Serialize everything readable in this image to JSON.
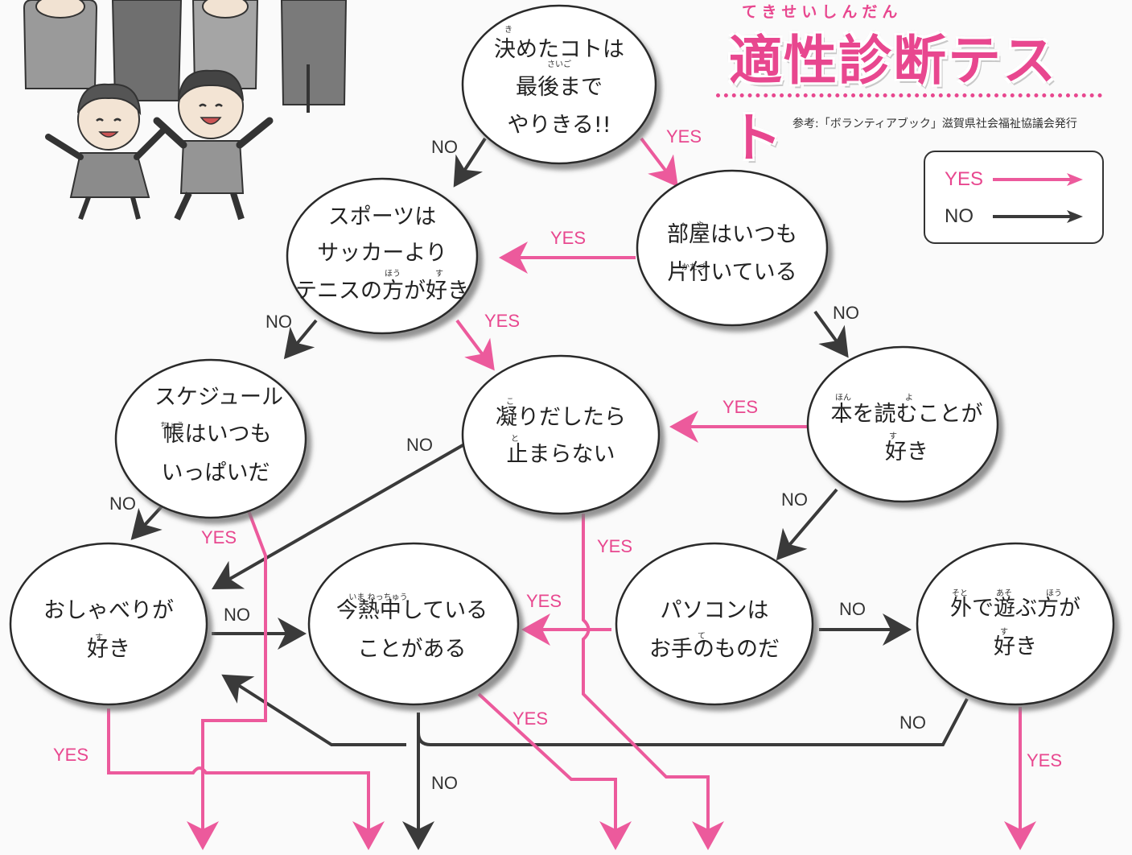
{
  "title": {
    "ruby": "てきせいしんだん",
    "main": "適性診断テスト"
  },
  "reference": "参考:「ボランティアブック」滋賀県社会福祉協議会発行",
  "legend": {
    "yes": "YES",
    "no": "NO"
  },
  "nodes": {
    "n1": {
      "lines": [
        "決めたコトは",
        "最後まで",
        "やりきる!!"
      ],
      "ruby": [
        "き",
        "さいご"
      ]
    },
    "n2": {
      "lines": [
        "スポーツは",
        "サッカーより",
        "テニスの方が好き"
      ],
      "ruby": [
        "ほう",
        "す"
      ]
    },
    "n3": {
      "lines": [
        "部屋はいつも",
        "片付いている"
      ],
      "ruby": [
        "へ　や",
        "かたづ"
      ]
    },
    "n4": {
      "lines": [
        "スケジュール",
        "帳はいつも",
        "いっぱいだ"
      ],
      "ruby": [
        "ちょう"
      ]
    },
    "n5": {
      "lines": [
        "凝りだしたら",
        "止まらない"
      ],
      "ruby": [
        "こ",
        "と"
      ]
    },
    "n6": {
      "lines": [
        "本を読むことが",
        "好き"
      ],
      "ruby": [
        "ほん",
        "よ",
        "す"
      ]
    },
    "n7": {
      "lines": [
        "おしゃべりが",
        "好き"
      ],
      "ruby": [
        "す"
      ]
    },
    "n8": {
      "lines": [
        "今熱中している",
        "ことがある"
      ],
      "ruby": [
        "いま ねっちゅう"
      ]
    },
    "n9": {
      "lines": [
        "パソコンは",
        "お手のものだ"
      ],
      "ruby": [
        "て"
      ]
    },
    "n10": {
      "lines": [
        "外で遊ぶ方が",
        "好き"
      ],
      "ruby": [
        "そと",
        "あそ",
        "ほう",
        "す"
      ]
    }
  },
  "edge_labels": {
    "yes": "YES",
    "no": "NO"
  },
  "colors": {
    "yes": "#ec5a9c",
    "no": "#3a3a3a",
    "title": "#e8478f"
  }
}
